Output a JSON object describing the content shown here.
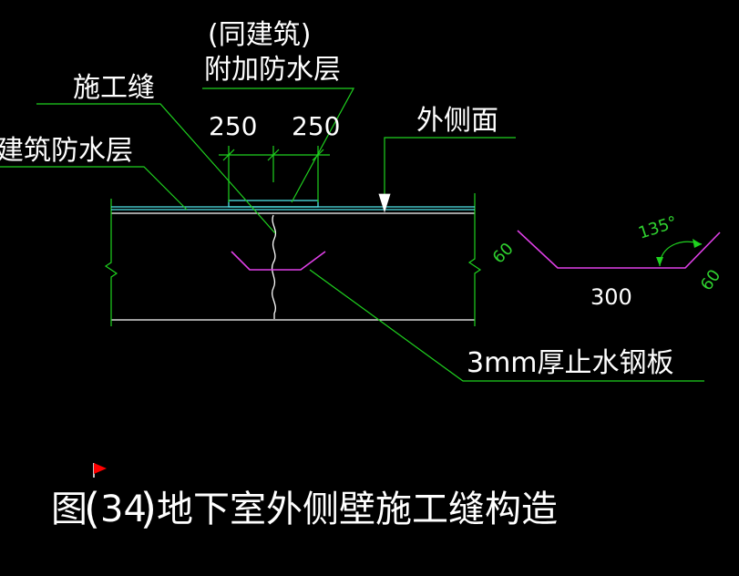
{
  "labels": {
    "same_as_building": "(同建筑)",
    "extra_waterproof": "附加防水层",
    "construction_joint": "施工缝",
    "building_waterproof": "建筑防水层",
    "outer_face": "外侧面",
    "dim_left": "250",
    "dim_right": "250",
    "angle": "135°",
    "flange_left": "60",
    "flange_right": "60",
    "plate_width": "300",
    "steel_plate": "3mm厚止水钢板"
  },
  "caption": {
    "prefix": "图",
    "paren_open": "(",
    "number": "34",
    "paren_close": ")",
    "text": "地下室外侧壁施工缝构造"
  },
  "colors": {
    "background": "#000000",
    "text": "#ffffff",
    "leader": "#1fd11f",
    "waterproof_layer": "#4fe3e8",
    "steel_plate": "#e040e8",
    "marker": "#ff0000"
  }
}
